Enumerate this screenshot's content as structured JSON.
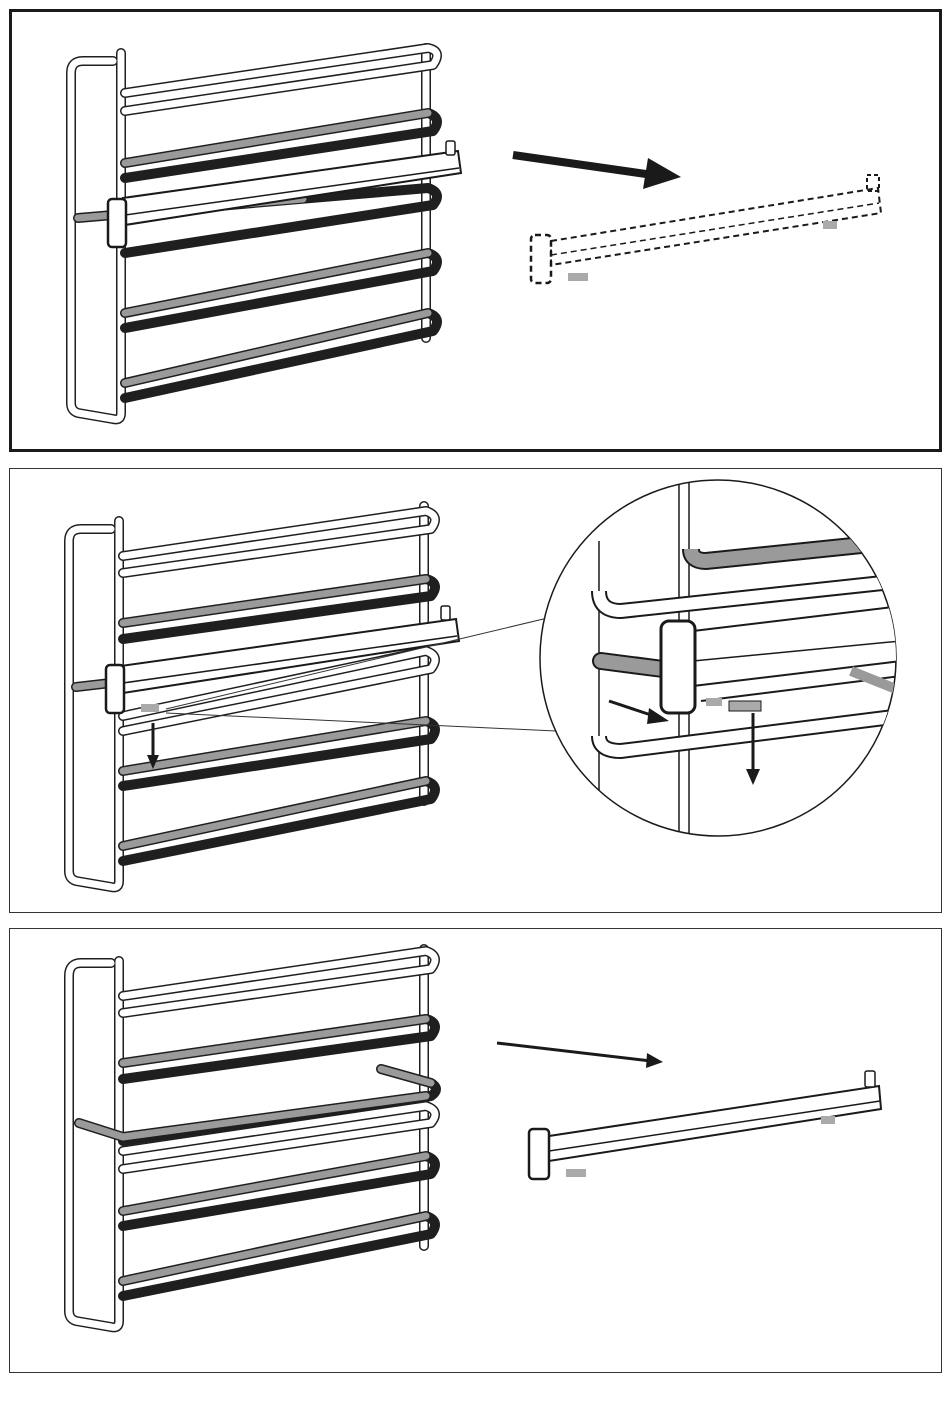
{
  "figure": {
    "panels": [
      {
        "id": "panel-1",
        "step": "pull-out-telescopic-runner",
        "highlight_border": true
      },
      {
        "id": "panel-2",
        "step": "release-runner-with-detail-view",
        "highlight_border": false
      },
      {
        "id": "panel-3",
        "step": "runner-removed",
        "highlight_border": false
      }
    ]
  },
  "colors": {
    "wire_outline": "#1f1f1f",
    "wire_fill": "#ffffff",
    "wire_shelf_highlight": "#9a9a9a",
    "arrow": "#1a1a1a"
  },
  "icons": [
    "arrow-right-icon",
    "arrow-down-icon",
    "magnifier-circle-icon"
  ]
}
